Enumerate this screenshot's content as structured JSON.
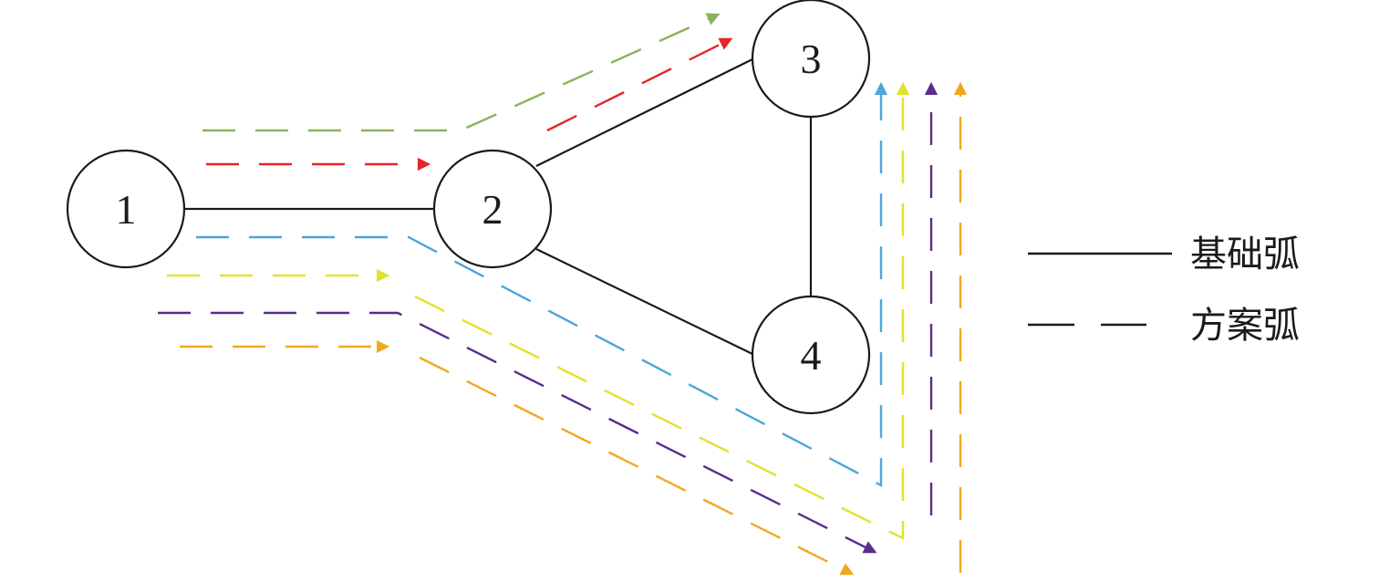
{
  "nodes": [
    {
      "id": "n1",
      "label": "1"
    },
    {
      "id": "n2",
      "label": "2"
    },
    {
      "id": "n3",
      "label": "3"
    },
    {
      "id": "n4",
      "label": "4"
    }
  ],
  "base_edges": [
    {
      "from": "1",
      "to": "2"
    },
    {
      "from": "2",
      "to": "3"
    },
    {
      "from": "2",
      "to": "4"
    },
    {
      "from": "3",
      "to": "4"
    }
  ],
  "plan_arcs": [
    {
      "color": "#8cb35a",
      "path": [
        "1",
        "2",
        "3"
      ]
    },
    {
      "color": "#e3262b",
      "path": [
        "1",
        "2",
        "3"
      ]
    },
    {
      "color": "#4ba6dc",
      "path": [
        "1",
        "2",
        "4",
        "3"
      ]
    },
    {
      "color": "#e1e22e",
      "path": [
        "1",
        "2",
        "4",
        "3"
      ]
    },
    {
      "color": "#5a2d8c",
      "path": [
        "1",
        "2",
        "4",
        "3"
      ]
    },
    {
      "color": "#f0a820",
      "path": [
        "1",
        "2",
        "4",
        "3"
      ]
    }
  ],
  "legend": {
    "base_label": "基础弧",
    "plan_label": "方案弧"
  }
}
